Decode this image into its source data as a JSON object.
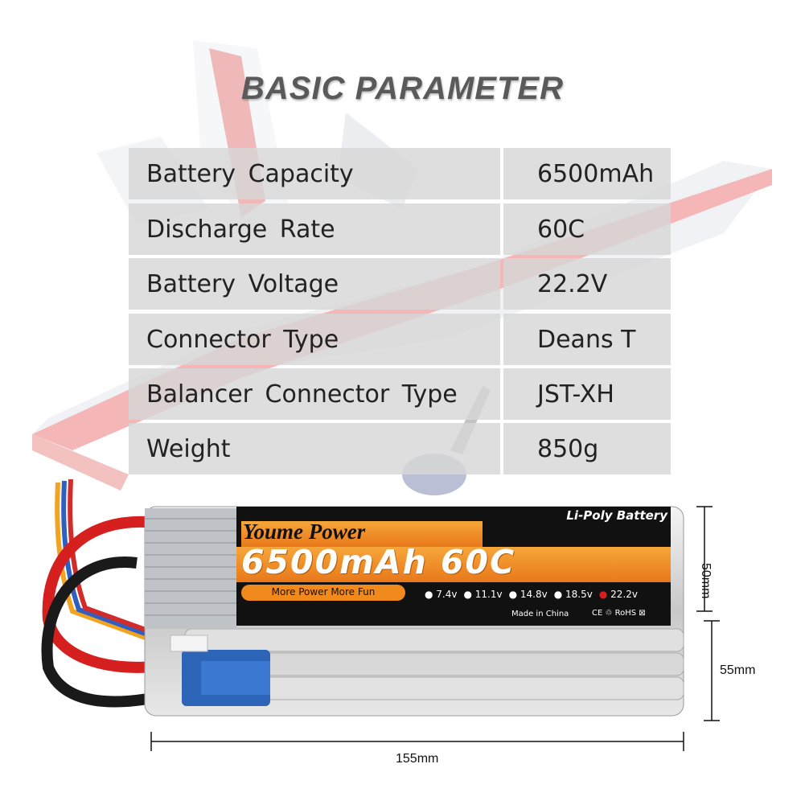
{
  "heading": "BASIC PARAMETER",
  "specs": [
    {
      "label": "Battery Capacity",
      "value": "6500mAh"
    },
    {
      "label": "Discharge Rate",
      "value": "60C"
    },
    {
      "label": "Battery Voltage",
      "value": "22.2V"
    },
    {
      "label": "Connector Type",
      "value": "Deans T"
    },
    {
      "label": "Balancer Connector Type",
      "value": "JST-XH"
    },
    {
      "label": "Weight",
      "value": "850g"
    }
  ],
  "label_sticker": {
    "brand": "Youme Power",
    "product_type": "Li-Poly Battery",
    "headline": "6500mAh 60C",
    "slogan": "More Power More Fun",
    "voltages": [
      "7.4v",
      "11.1v",
      "14.8v",
      "18.5v",
      "22.2v"
    ],
    "selected_voltage": "22.2v",
    "origin": "Made in China",
    "marks": "CE ♲ RoHS ⊠"
  },
  "dimensions": {
    "height": "50mm",
    "width": "55mm",
    "length": "155mm"
  },
  "colors": {
    "label_orange": "#f08a1c",
    "label_black": "#111111",
    "selected_dot": "#d81e1e",
    "connector_blue": "#2c64b8"
  },
  "icons": [
    "airplane-background-image",
    "lipo-battery-image",
    "ec5-connector-icon"
  ]
}
